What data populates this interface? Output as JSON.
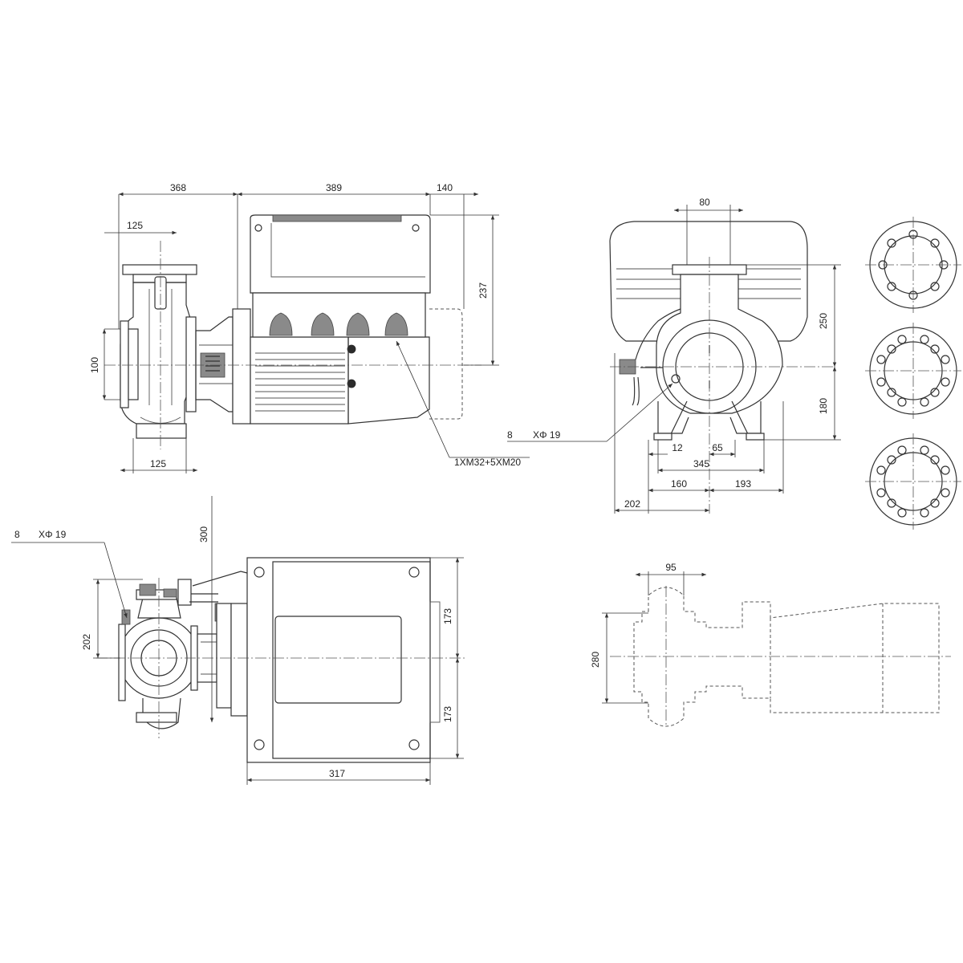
{
  "dimensions": {
    "side_view": {
      "overall_pump_length": "368",
      "motor_length": "389",
      "motor_end": "140",
      "top_flange_offset": "125",
      "bottom_foot_width": "125",
      "inlet_height": "100",
      "terminal_box_height": "237",
      "cable_entries": "1XM32+5XM20"
    },
    "front_view": {
      "outlet_width": "80",
      "upper_height": "250",
      "shaft_height": "180",
      "bolt_count": "8",
      "bolt_spec": "XΦ 19",
      "foot_offset": "12",
      "foot_inner": "65",
      "foot_span": "345",
      "left_to_center": "160",
      "right_to_center": "193",
      "overall_left": "202"
    },
    "top_view": {
      "bolt_count": "8",
      "bolt_spec": "XΦ 19",
      "top_height": "300",
      "pump_width": "202",
      "upper_half": "173",
      "lower_half": "173",
      "motor_width": "317"
    },
    "outline_view": {
      "flange_width": "95",
      "flange_height": "280"
    }
  }
}
